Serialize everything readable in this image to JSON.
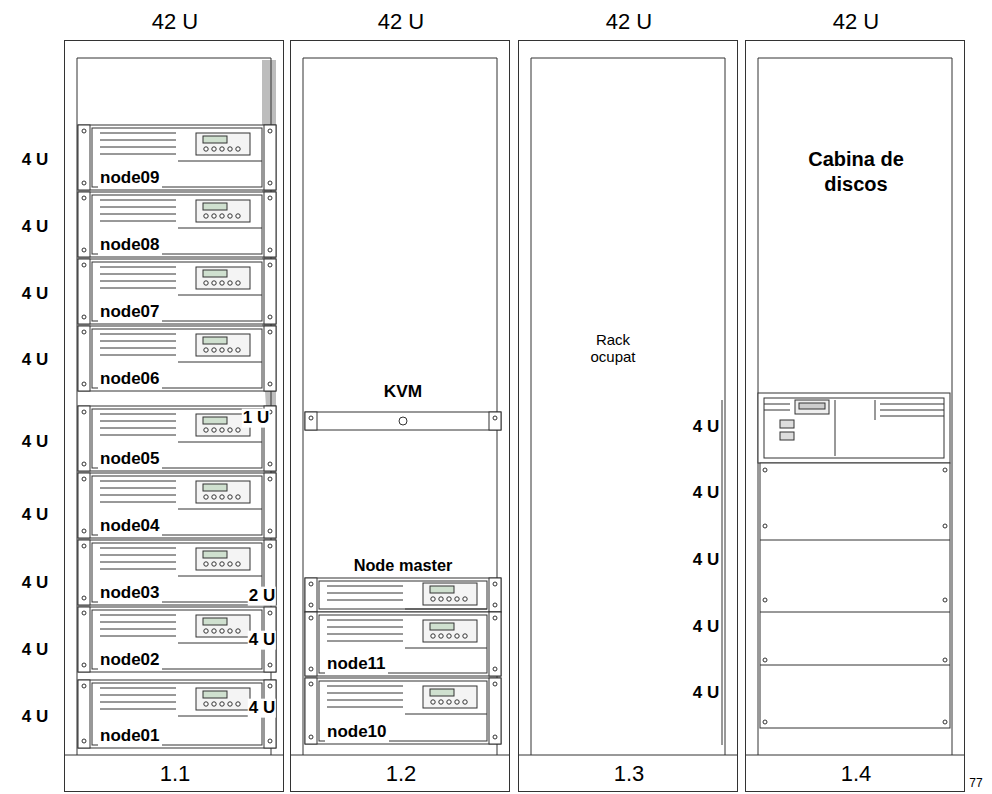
{
  "diagram": {
    "nodes": [
      {
        "text": [
          "42 U",
          "1.1"
        ]
      },
      {
        "text": [
          "node09"
        ],
        "in": 0
      },
      {
        "text": [
          "node08"
        ],
        "in": 0
      },
      {
        "text": [
          "node07"
        ],
        "in": 0
      },
      {
        "text": [
          "node06"
        ],
        "in": 0
      },
      {
        "text": [
          "node05"
        ],
        "in": 0
      },
      {
        "text": [
          "node04"
        ],
        "in": 0
      },
      {
        "text": [
          "node03"
        ],
        "in": 0
      },
      {
        "text": [
          "node02"
        ],
        "in": 0
      },
      {
        "text": [
          "node01"
        ],
        "in": 0
      },
      {
        "text": [
          "42 U",
          "1.2"
        ]
      },
      {
        "text": [
          "KVM"
        ],
        "in": 10
      },
      {
        "text": [
          "Node master"
        ],
        "in": 10
      },
      {
        "text": [
          "node11"
        ],
        "in": 10
      },
      {
        "text": [
          "node10"
        ],
        "in": 10
      },
      {
        "text": [
          "42 U",
          "Rack ocupat",
          "1.3"
        ]
      },
      {
        "text": [
          "42 U",
          "Cabina de discos",
          "1.4"
        ]
      }
    ],
    "labels": [
      "4 U",
      "4 U",
      "4 U",
      "4 U",
      "4 U",
      "4 U",
      "4 U",
      "4 U",
      "4 U",
      "1 U",
      "2 U",
      "4 U",
      "4 U",
      "4 U",
      "4 U",
      "4 U",
      "4 U",
      "4 U",
      "77"
    ]
  }
}
